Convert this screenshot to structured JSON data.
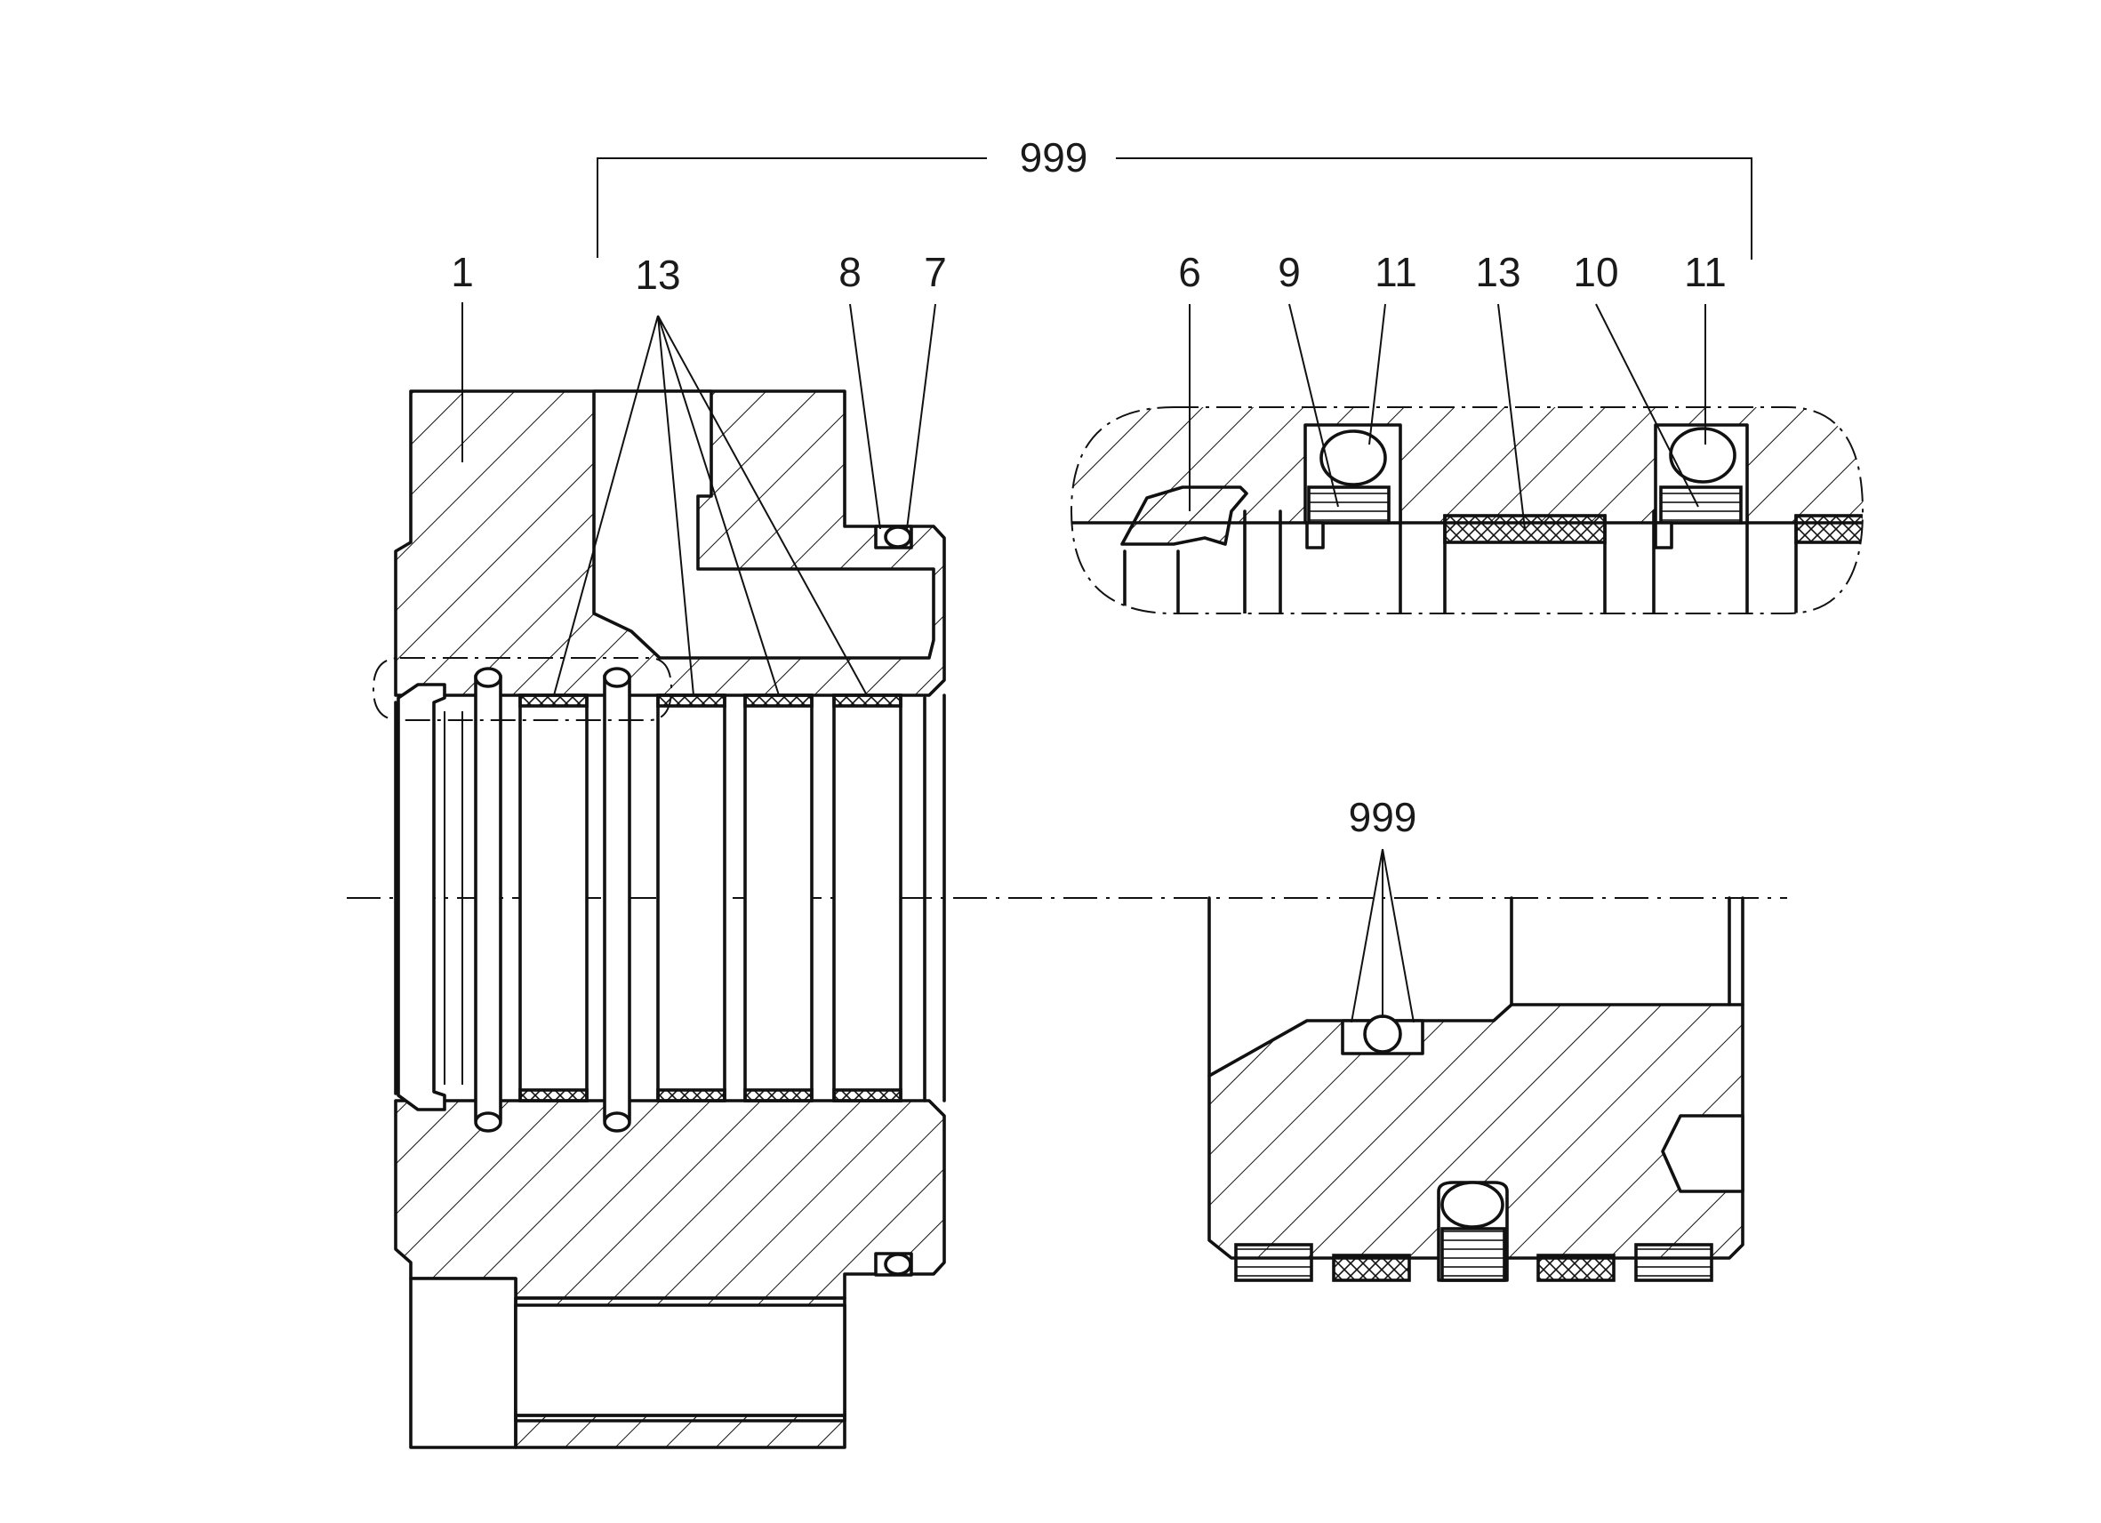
{
  "labels": {
    "group_top": "999",
    "main_1": "1",
    "main_13": "13",
    "main_8": "8",
    "main_7": "7",
    "detail_6": "6",
    "detail_9": "9",
    "detail_11a": "11",
    "detail_13": "13",
    "detail_10": "10",
    "detail_11b": "11",
    "lower_999": "999"
  },
  "colors": {
    "line": "#111111",
    "background": "#ffffff"
  }
}
